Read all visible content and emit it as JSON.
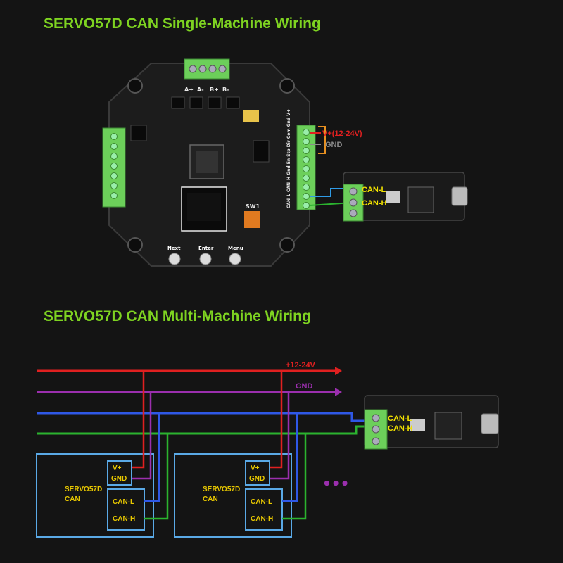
{
  "single": {
    "title": "SERVO57D CAN Single-Machine Wiring",
    "board": {
      "motor_pins": [
        "A+",
        "A-",
        "B+",
        "B-"
      ],
      "buttons": [
        "Next",
        "Enter",
        "Menu"
      ],
      "side_silk": "CAN_L CAN_H Gnd En Stp Dir Com Gnd V+",
      "bottom_silk": "SW1"
    },
    "labels": {
      "vplus": "V+(12-24V)",
      "gnd": "GND",
      "can_l": "CAN-L",
      "can_h": "CAN-H"
    }
  },
  "multi": {
    "title": "SERVO57D CAN Multi-Machine Wiring",
    "bus_labels": {
      "vplus": "+12-24V",
      "gnd": "GND"
    },
    "adapter_labels": {
      "can_l": "CAN-L",
      "can_h": "CAN-H"
    },
    "drivers": [
      {
        "name": "SERVO57D",
        "sub": "CAN",
        "vplus": "V+",
        "gnd": "GND",
        "can_l": "CAN-L",
        "can_h": "CAN-H"
      },
      {
        "name": "SERVO57D",
        "sub": "CAN",
        "vplus": "V+",
        "gnd": "GND",
        "can_l": "CAN-L",
        "can_h": "CAN-H"
      }
    ],
    "ellipsis": "•••"
  },
  "colors": {
    "title": "#7ed321",
    "vplus": "#e02020",
    "gnd": "#9b2fae",
    "can_l": "#2f58e6",
    "can_h": "#2bb32f",
    "box": "#5aa9e6",
    "terminal": "#6ccf5a"
  }
}
